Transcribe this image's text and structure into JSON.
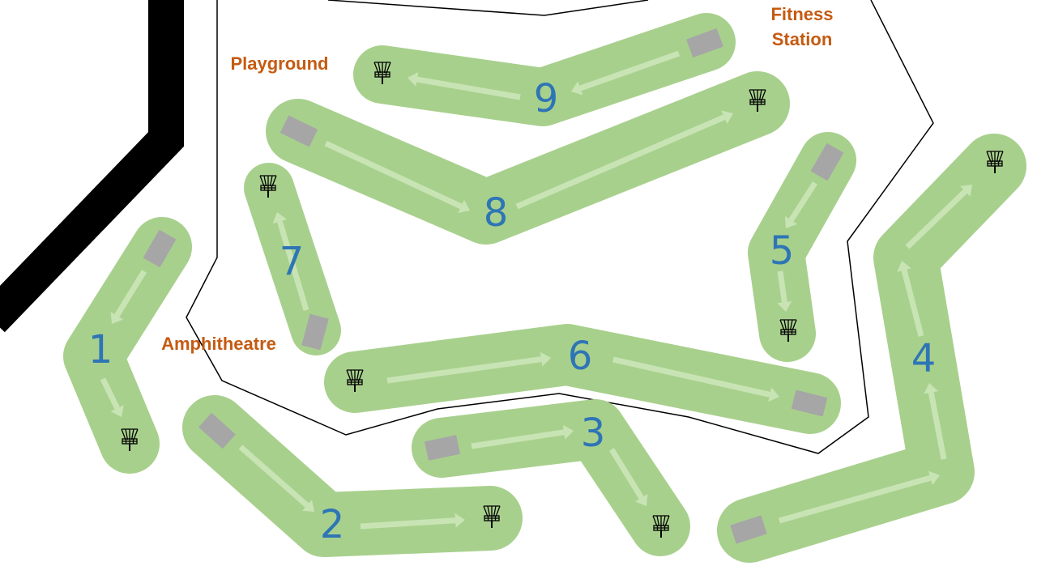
{
  "map": {
    "colors": {
      "fairway": "#a8d08d",
      "arrow": "#c8e4b4",
      "tee": "#a6a6a6",
      "hole_number": "#2e75b6",
      "landmark": "#c55a11",
      "road": "#000000",
      "boundary": "#000000",
      "basket": "#000000"
    },
    "landmarks": [
      {
        "id": "playground",
        "lines": [
          "Playground"
        ]
      },
      {
        "id": "fitness-station",
        "lines": [
          "Fitness",
          "Station"
        ]
      },
      {
        "id": "amphitheatre",
        "lines": [
          "Amphitheatre"
        ]
      }
    ],
    "holes": [
      {
        "number": "1",
        "tee_icon": "tee-pad-icon",
        "basket_icon": "disc-golf-basket-icon"
      },
      {
        "number": "2",
        "tee_icon": "tee-pad-icon",
        "basket_icon": "disc-golf-basket-icon"
      },
      {
        "number": "3",
        "tee_icon": "tee-pad-icon",
        "basket_icon": "disc-golf-basket-icon"
      },
      {
        "number": "4",
        "tee_icon": "tee-pad-icon",
        "basket_icon": "disc-golf-basket-icon"
      },
      {
        "number": "5",
        "tee_icon": "tee-pad-icon",
        "basket_icon": "disc-golf-basket-icon"
      },
      {
        "number": "6",
        "tee_icon": "tee-pad-icon",
        "basket_icon": "disc-golf-basket-icon"
      },
      {
        "number": "7",
        "tee_icon": "tee-pad-icon",
        "basket_icon": "disc-golf-basket-icon"
      },
      {
        "number": "8",
        "tee_icon": "tee-pad-icon",
        "basket_icon": "disc-golf-basket-icon"
      },
      {
        "number": "9",
        "tee_icon": "tee-pad-icon",
        "basket_icon": "disc-golf-basket-icon"
      }
    ]
  }
}
